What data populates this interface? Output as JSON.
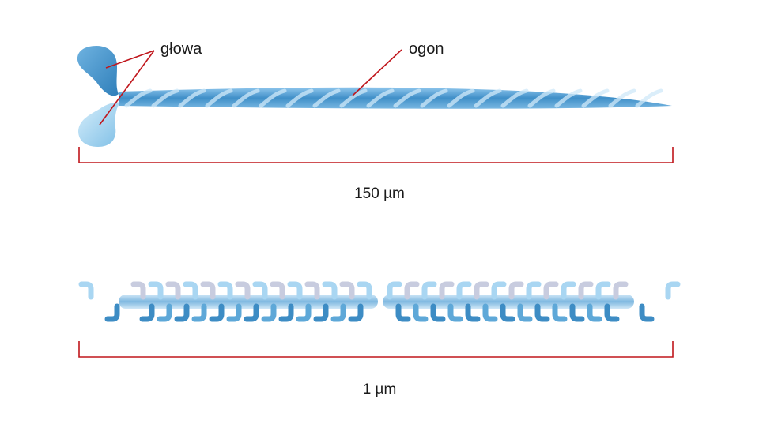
{
  "top_figure": {
    "head_label": "głowa",
    "tail_label": "ogon",
    "scale_label": "150 µm"
  },
  "bottom_figure": {
    "scale_label": "1 µm"
  },
  "colors": {
    "annotation": "#c0161c",
    "blue_dark": "#3d8cc4",
    "blue_mid": "#5ea8d8",
    "blue_light": "#a9d6f2",
    "blue_pale": "#c8ccdf"
  }
}
